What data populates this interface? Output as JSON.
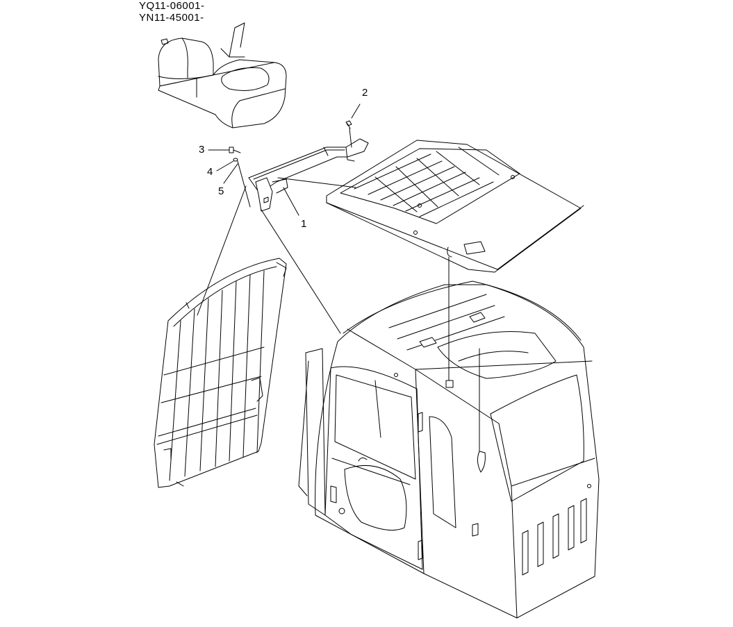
{
  "serials": [
    "YQ11-06001-",
    "YN11-45001-"
  ],
  "callouts": {
    "c1": "1",
    "c2": "2",
    "c3": "3",
    "c4": "4",
    "c5": "5"
  }
}
